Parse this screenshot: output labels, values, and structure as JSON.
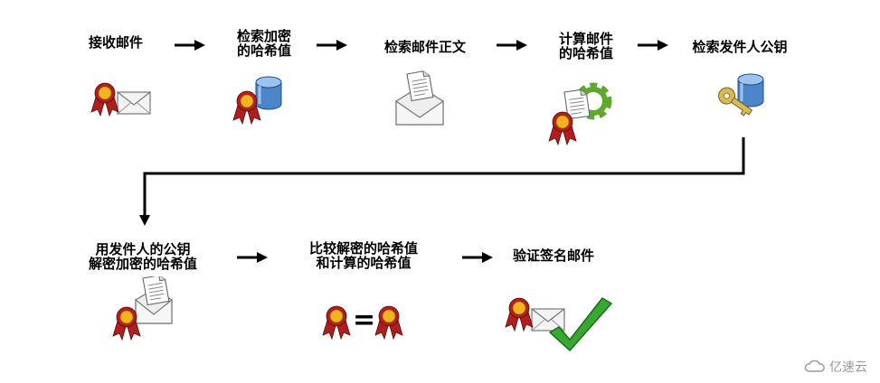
{
  "steps": [
    {
      "line1": "接收邮件",
      "line2": ""
    },
    {
      "line1": "检索加密",
      "line2": "的哈希值"
    },
    {
      "line1": "检索邮件正文",
      "line2": ""
    },
    {
      "line1": "计算邮件",
      "line2": "的哈希值"
    },
    {
      "line1": "检索发件人公钥",
      "line2": ""
    },
    {
      "line1": "用发件人的公钥",
      "line2": "解密加密的哈希值"
    },
    {
      "line1": "比较解密的哈希值",
      "line2": "和计算的哈希值"
    },
    {
      "line1": "验证签名邮件",
      "line2": ""
    }
  ],
  "equals_sign": "=",
  "watermark": "亿速云",
  "icons": [
    "certificate-envelope-icon",
    "certificate-database-icon",
    "open-envelope-document-icon",
    "certificate-document-gear-icon",
    "key-database-icon",
    "certificate-envelope-document-icon",
    "certificate-equals-certificate-icon",
    "certificate-envelope-checkmark-icon"
  ],
  "colors": {
    "ribbon": "#b01e1e",
    "medal": "#f2b320",
    "database": "#4a86c8",
    "gear": "#5fa82e",
    "key": "#d8ba55",
    "check": "#37a832"
  }
}
